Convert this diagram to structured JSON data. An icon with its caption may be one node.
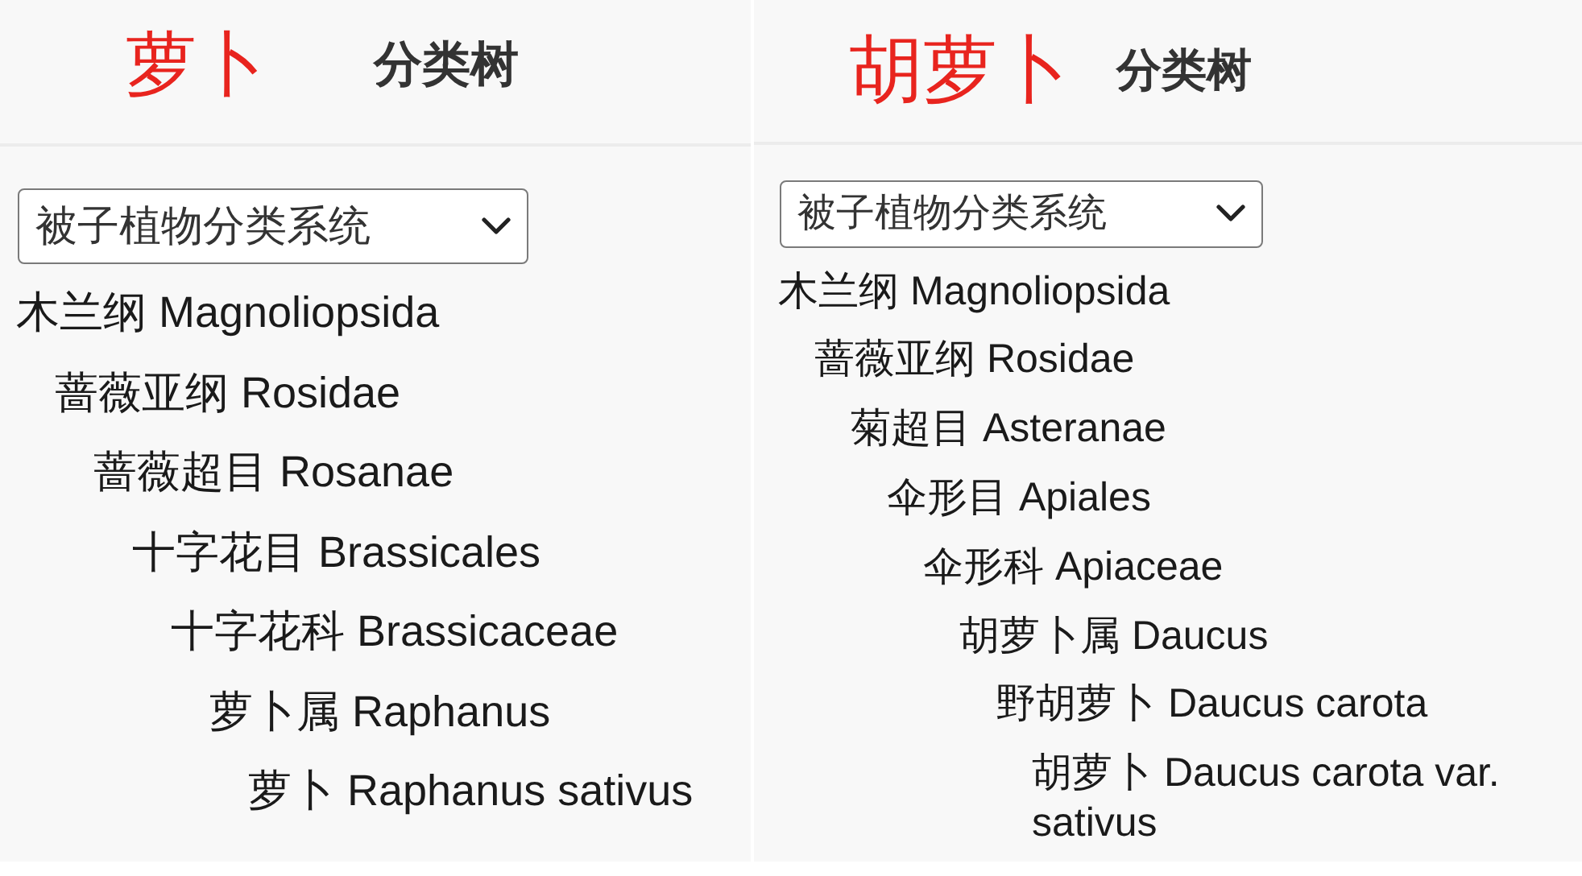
{
  "diagram": {
    "nodes": [
      {
        "text": [
          "萝卜",
          "分类树",
          "木兰纲 Magnoliopsida",
          "蔷薇亚纲 Rosidae",
          "蔷薇超目 Rosanae",
          "十字花目 Brassicales",
          "十字花科 Brassicaceae",
          "萝卜属 Raphanus",
          "萝卜 Raphanus sativus"
        ]
      },
      {
        "text": [
          "被子植物分类系统"
        ],
        "in": 0
      },
      {
        "text": [
          "胡萝卜",
          "分类树",
          "木兰纲 Magnoliopsida",
          "蔷薇亚纲 Rosidae",
          "菊超目 Asteranae",
          "伞形目 Apiales",
          "伞形科 Apiaceae",
          "胡萝卜属 Daucus",
          "野胡萝卜 Daucus carota",
          "胡萝卜 Daucus carota var. sativus"
        ]
      },
      {
        "text": [
          "被子植物分类系统"
        ],
        "in": 2
      }
    ]
  }
}
